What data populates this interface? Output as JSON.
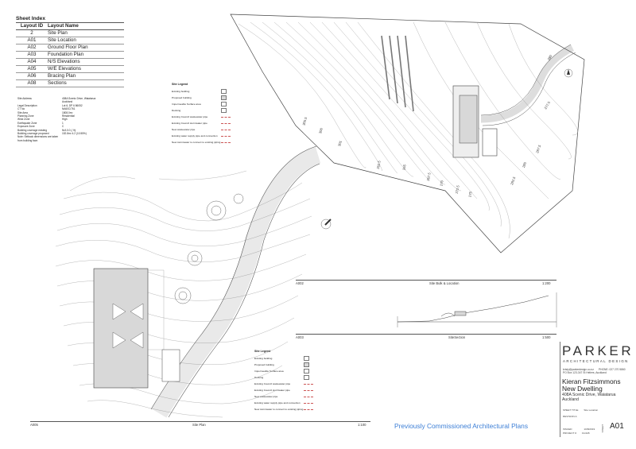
{
  "sheet_index": {
    "title": "Sheet Index",
    "headers": [
      "Layout ID",
      "Layout Name"
    ],
    "rows": [
      {
        "id": "2",
        "name": "Site Plan"
      },
      {
        "id": "A01",
        "name": "Site Location"
      },
      {
        "id": "A02",
        "name": "Ground Floor Plan"
      },
      {
        "id": "A03",
        "name": "Foundation Plan"
      },
      {
        "id": "A04",
        "name": "N/S Elevations"
      },
      {
        "id": "A05",
        "name": "W/E Elevations"
      },
      {
        "id": "A06",
        "name": "Bracing Plan"
      },
      {
        "id": "A08",
        "name": "Sections"
      }
    ]
  },
  "site_info": [
    {
      "k": "Site Address",
      "v": "408A Scenic Drive, Waiatarua"
    },
    {
      "k": "",
      "v": "Auckland"
    },
    {
      "k": "Legal Description",
      "v": "Lot 6, DP 6 86052"
    },
    {
      "k": "CT No",
      "v": "NA60C/761"
    },
    {
      "k": "Site Area",
      "v": "1808.0m²"
    },
    {
      "k": "Planning Zone",
      "v": "Residential"
    },
    {
      "k": "Wind Zone",
      "v": "High"
    },
    {
      "k": "Earthquake Zone",
      "v": "1"
    },
    {
      "k": "Exposure Zone",
      "v": "C"
    },
    {
      "k": "Building coverage existing",
      "v": "N/A  0.0 (-%)"
    },
    {
      "k": "Building coverage proposed",
      "v": "152.8m²  4.2 (10.55%)"
    },
    {
      "k": "Note: Setback dimensions are taken from building face.",
      "v": ""
    }
  ],
  "legend": {
    "title": "Site Legend",
    "items": [
      {
        "label": "Existing building",
        "swatch": "#ffffff",
        "kind": "box"
      },
      {
        "label": "Proposed building",
        "swatch": "#d8d8d8",
        "kind": "box"
      },
      {
        "label": "Impermeable Surface area",
        "swatch": "#ffffff",
        "kind": "box"
      },
      {
        "label": "Decking",
        "swatch": "#ffffff",
        "kind": "box"
      },
      {
        "label": "Existing Council wastewater pipe",
        "swatch": "#cc5555",
        "kind": "line"
      },
      {
        "label": "Existing Council stormwater pipe",
        "swatch": "#cc5555",
        "kind": "line"
      },
      {
        "label": "New wastewater pipe",
        "swatch": "#cc5555",
        "kind": "line"
      },
      {
        "label": "Existing water supply pipe and connection",
        "swatch": "#cc5555",
        "kind": "line"
      },
      {
        "label": "New stormwater to connect to existing piping",
        "swatch": "#cc5555",
        "kind": "line"
      }
    ]
  },
  "views": {
    "bulk": {
      "id": "A002",
      "title": "Site Bulk & Location",
      "scale": "1:200"
    },
    "section": {
      "id": "A003",
      "title": "SiteSection",
      "scale": "1:500"
    },
    "plan": {
      "id": "A005",
      "title": "Site Plan",
      "scale": "1:100"
    }
  },
  "contours": [
    "262.5",
    "265",
    "267.5",
    "270",
    "272.5",
    "275",
    "277.5",
    "280",
    "282.5",
    "285",
    "287.5",
    "290",
    "305.5",
    "300",
    "301"
  ],
  "title_block": {
    "brand": "PARKER",
    "brand_sub": "ARCHITECTURAL DESIGN",
    "email": "kristy@parkerdesign.co.nz",
    "phone": "PHONE: 027 270 5860",
    "po": "PO Box 123-347 St Heliers, Auckland",
    "client_line1": "Kieran Fitzsimmons",
    "client_line2": "New Dwelling",
    "address_line1": "408A Scenic Drive, Waiatarua",
    "address_line2": "Auckland",
    "sheet_title_label": "SHEET TITLE",
    "sheet_title": "Site Location",
    "revision": "REVISION A",
    "issued_label": "ISSUED",
    "issued": "10/8/2019",
    "project_label": "PROJECT #",
    "project": "19-028",
    "sheet_label": "SHEET",
    "sheet_no": "A01"
  },
  "watermark": "Previously Commissioned Architectural Plans",
  "colors": {
    "accent": "#3d7fd6",
    "line": "#666666",
    "building": "#d8d8d8"
  }
}
